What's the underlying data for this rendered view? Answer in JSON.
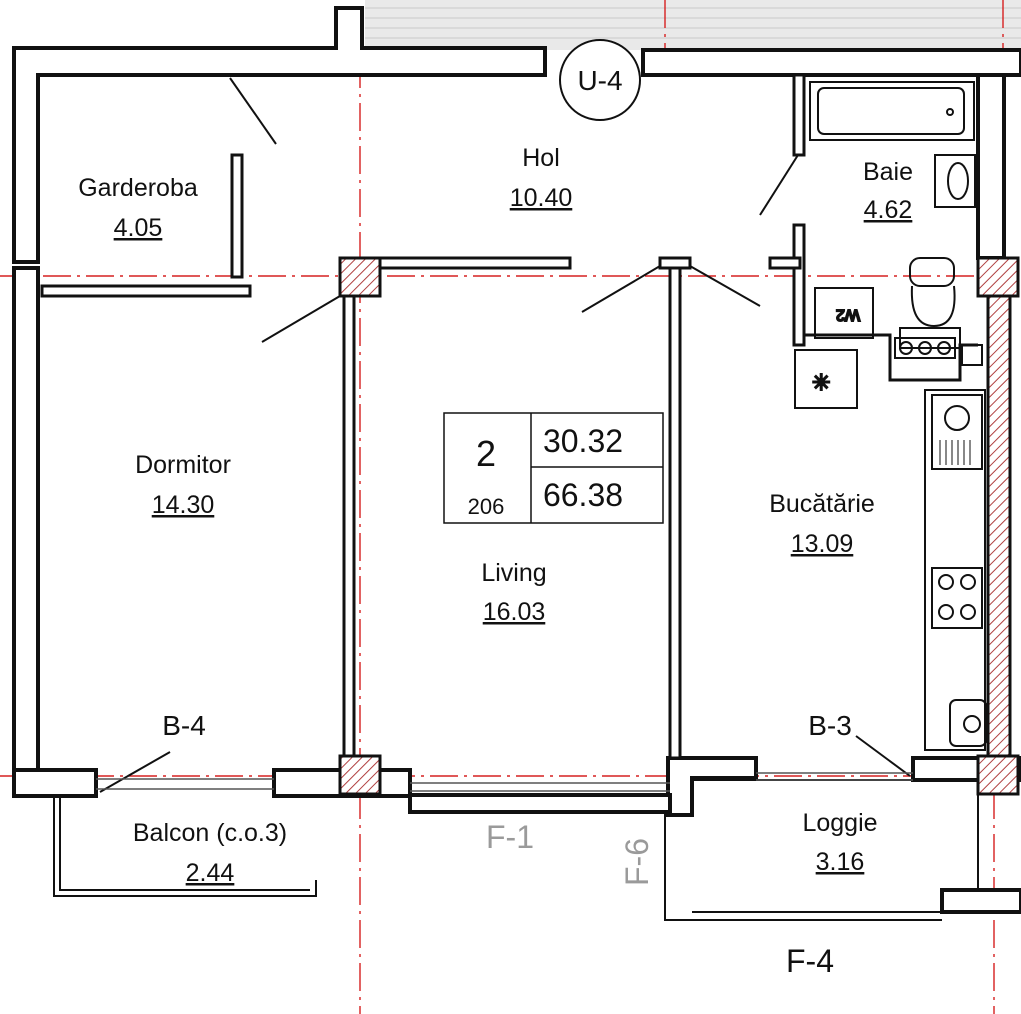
{
  "plan": {
    "axis_marker": "U-4",
    "rooms": [
      {
        "id": "garderoba",
        "name": "Garderoba",
        "area": "4.05"
      },
      {
        "id": "hol",
        "name": "Hol",
        "area": "10.40"
      },
      {
        "id": "baie",
        "name": "Baie",
        "area": "4.62"
      },
      {
        "id": "dormitor",
        "name": "Dormitor",
        "area": "14.30"
      },
      {
        "id": "living",
        "name": "Living",
        "area": "16.03"
      },
      {
        "id": "bucatarie",
        "name": "Bucătărie",
        "area": "13.09"
      },
      {
        "id": "balcon",
        "name": "Balcon (c.o.3)",
        "area": "2.44"
      },
      {
        "id": "loggie",
        "name": "Loggie",
        "area": "3.16"
      }
    ],
    "summary": {
      "rooms_count": "2",
      "apartment_number": "206",
      "living_area": "30.32",
      "total_area": "66.38"
    },
    "window_tags": {
      "left": "B-4",
      "right": "B-3"
    },
    "facade_labels": {
      "f1": "F-1",
      "f6": "F-6",
      "f4": "F-4"
    },
    "appliance_labels": {
      "washer": "W2"
    },
    "colors": {
      "axis_line": "#d62020",
      "wall": "#111111",
      "hatch": "#b04040",
      "ghost_text": "#9a9a9a"
    }
  }
}
